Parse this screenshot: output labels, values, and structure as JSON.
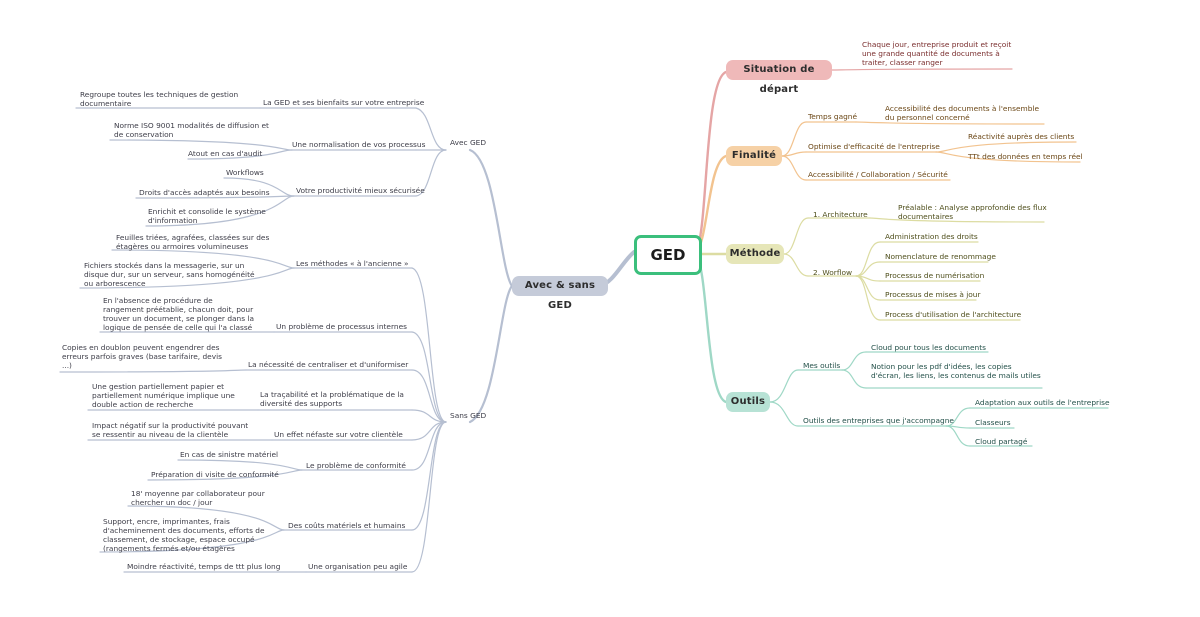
{
  "root": {
    "label": "GED"
  },
  "colors": {
    "root_border": "#3bbf7c",
    "left_branch": "#b6bfd1",
    "situation": "#e5a5a5",
    "finalite": "#f2c38f",
    "methode": "#dcdca2",
    "outils": "#9fd8c6"
  },
  "left": {
    "main": "Avec & sans GED",
    "avec": {
      "label": "Avec GED",
      "items": [
        {
          "label": "La GED et ses bienfaits sur votre entreprise",
          "details": [
            "Regroupe toutes les techniques de gestion documentaire"
          ]
        },
        {
          "label": "Une normalisation de vos processus",
          "details": [
            "Norme ISO 9001 modalités de diffusion et de conservation",
            "Atout en cas d'audit"
          ]
        },
        {
          "label": "Votre productivité mieux sécurisée",
          "details": [
            "Workflows",
            "Droits d'accès adaptés aux besoins",
            "Enrichit et consolide le système d'information"
          ]
        }
      ]
    },
    "sans": {
      "label": "Sans GED",
      "items": [
        {
          "label": "Les méthodes « à l'ancienne »",
          "details": [
            "Feuilles triées, agrafées, classées sur des étagères ou armoires volumineuses",
            "Fichiers stockés dans la messagerie, sur un disque dur, sur un serveur, sans homogénéité ou arborescence"
          ]
        },
        {
          "label": "Un problème de processus internes",
          "details": [
            "En l'absence de procédure de rangement préétablie, chacun doit, pour trouver un document, se plonger dans la logique de pensée de celle qui l'a classé"
          ]
        },
        {
          "label": "La nécessité de centraliser et d'uniformiser",
          "details": [
            "Copies en doublon peuvent engendrer des erreurs parfois graves (base tarifaire, devis ...)"
          ]
        },
        {
          "label": "La traçabilité et la problématique de la diversité des supports",
          "details": [
            "Une gestion partiellement papier et partiellement numérique implique une double action de recherche"
          ]
        },
        {
          "label": "Un effet néfaste sur votre clientèle",
          "details": [
            "Impact négatif sur la productivité pouvant se ressentir au niveau de la clientèle"
          ]
        },
        {
          "label": "Le problème de conformité",
          "details": [
            "En cas de sinistre matériel",
            "Préparation di visite de conformité"
          ]
        },
        {
          "label": "Des coûts matériels et humains",
          "details": [
            "18' moyenne par collaborateur pour chercher un doc / jour",
            "Support, encre, imprimantes, frais d'acheminement des documents, efforts de classement, de stockage, espace occupé (rangements fermés et/ou étagères"
          ]
        },
        {
          "label": "Une organisation peu agile",
          "details": [
            "Moindre réactivité, temps de ttt plus long"
          ]
        }
      ]
    }
  },
  "right": {
    "situation": {
      "label": "Situation de départ",
      "detail": "Chaque jour, entreprise produit et reçoit une grande quantité de documents à traiter, classer ranger"
    },
    "finalite": {
      "label": "Finalité",
      "items": [
        {
          "label": "Temps gagné",
          "details": [
            "Accessibilité des documents à l'ensemble du personnel concerné"
          ]
        },
        {
          "label": "Optimise d'efficacité de l'entreprise",
          "details": [
            "Réactivité auprès des clients",
            "TTt des données en temps réel"
          ]
        },
        {
          "label": "Accessibilité / Collaboration / Sécurité",
          "details": []
        }
      ]
    },
    "methode": {
      "label": "Méthode",
      "items": [
        {
          "label": "1. Architecture",
          "details": [
            "Préalable : Analyse approfondie des flux documentaires"
          ]
        },
        {
          "label": "2. Worflow",
          "details": [
            "Administration des droits",
            "Nomenclature de renommage",
            "Processus de numérisation",
            "Processus de mises à jour",
            "Process d'utilisation de l'architecture"
          ]
        }
      ]
    },
    "outils": {
      "label": "Outils",
      "items": [
        {
          "label": "Mes outils",
          "details": [
            "Cloud pour tous les documents",
            "Notion pour les pdf d'idées, les copies d'écran, les liens, les contenus de mails utiles"
          ]
        },
        {
          "label": "Outils des entreprises que j'accompagne",
          "details": [
            "Adaptation aux outils de l'entreprise",
            "Classeurs",
            "Cloud partagé"
          ]
        }
      ]
    }
  }
}
